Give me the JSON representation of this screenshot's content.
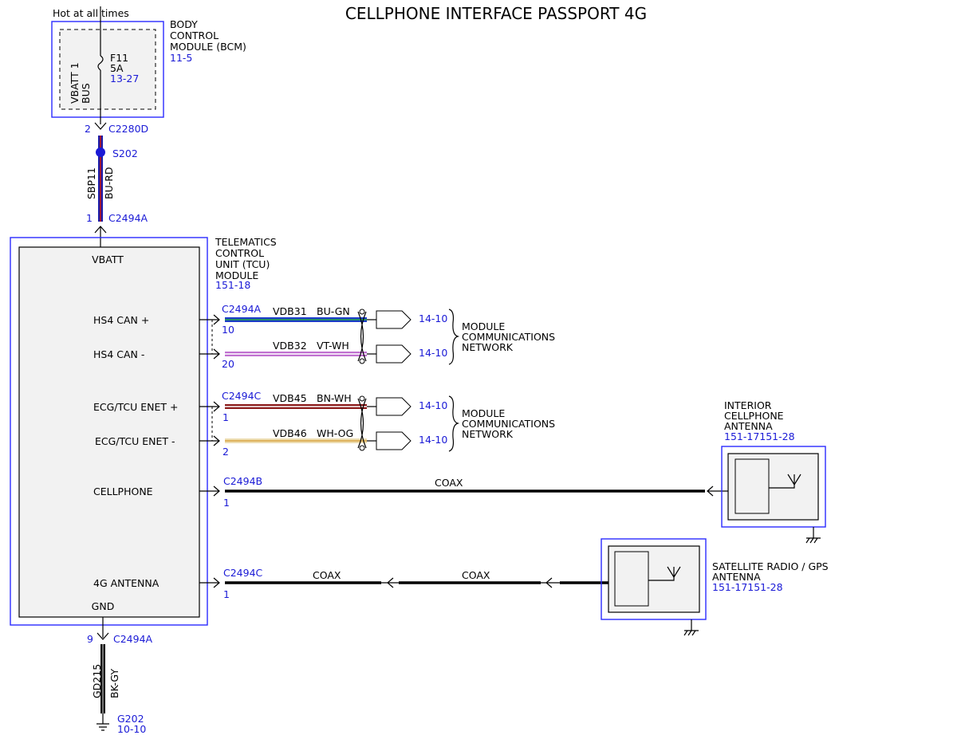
{
  "title": "CELLPHONE INTERFACE PASSPORT 4G",
  "hot_label": "Hot at all times",
  "bcm": {
    "name": [
      "BODY",
      "CONTROL",
      "MODULE (BCM)"
    ],
    "ref": "11-5",
    "fuse": "F11",
    "fuse_rating": "5A",
    "fuse_ref": "13-27",
    "bus": [
      "VBATT 1",
      "BUS"
    ]
  },
  "power": {
    "pin_top": "2",
    "connector_top": "C2280D",
    "splice": "S202",
    "circuit": "SBP11",
    "color": "BU-RD",
    "pin_bottom": "1",
    "connector_bottom": "C2494A"
  },
  "tcu": {
    "name": [
      "TELEMATICS",
      "CONTROL",
      "UNIT (TCU)",
      "MODULE"
    ],
    "ref": "151-18",
    "vbatt": "VBATT",
    "gnd": "GND",
    "pins": [
      {
        "label": "HS4 CAN +",
        "connector": "C2494A",
        "pin": "10",
        "circuit": "VDB31",
        "color": "BU-GN",
        "dest": "14-10",
        "wire": "#1c3cc8",
        "stripe": "#2aa84a"
      },
      {
        "label": "HS4 CAN -",
        "connector": "",
        "pin": "20",
        "circuit": "VDB32",
        "color": "VT-WH",
        "dest": "14-10",
        "wire": "#c070d0",
        "stripe": "#ffffff"
      },
      {
        "label": "ECG/TCU ENET +",
        "connector": "C2494C",
        "pin": "1",
        "circuit": "VDB45",
        "color": "BN-WH",
        "dest": "14-10",
        "wire": "#8b1a1a",
        "stripe": "#ffffff"
      },
      {
        "label": "ECG/TCU ENET -",
        "connector": "",
        "pin": "2",
        "circuit": "VDB46",
        "color": "WH-OG",
        "dest": "14-10",
        "wire": "#f0e6c0",
        "stripe": "#d9a441"
      }
    ],
    "cell_label": "CELLPHONE",
    "cell_connector": "C2494B",
    "cell_pin": "1",
    "ant_label": "4G ANTENNA",
    "ant_connector": "C2494C",
    "ant_pin": "1"
  },
  "network": [
    "MODULE",
    "COMMUNICATIONS",
    "NETWORK"
  ],
  "coax": "COAX",
  "interior_antenna": {
    "name": [
      "INTERIOR",
      "CELLPHONE",
      "ANTENNA"
    ],
    "ref": "151-17151-28"
  },
  "sat_antenna": {
    "name": [
      "SATELLITE RADIO / GPS",
      "ANTENNA"
    ],
    "ref": "151-17151-28"
  },
  "ground": {
    "pin": "9",
    "connector": "C2494A",
    "circuit": "GD215",
    "color": "BK-GY",
    "point": "G202",
    "ref": "10-10"
  },
  "colors": {
    "connector_blue": "#1a1ad6",
    "frame_blue": "#2b2bff",
    "module_fill": "#f2f2f2"
  }
}
